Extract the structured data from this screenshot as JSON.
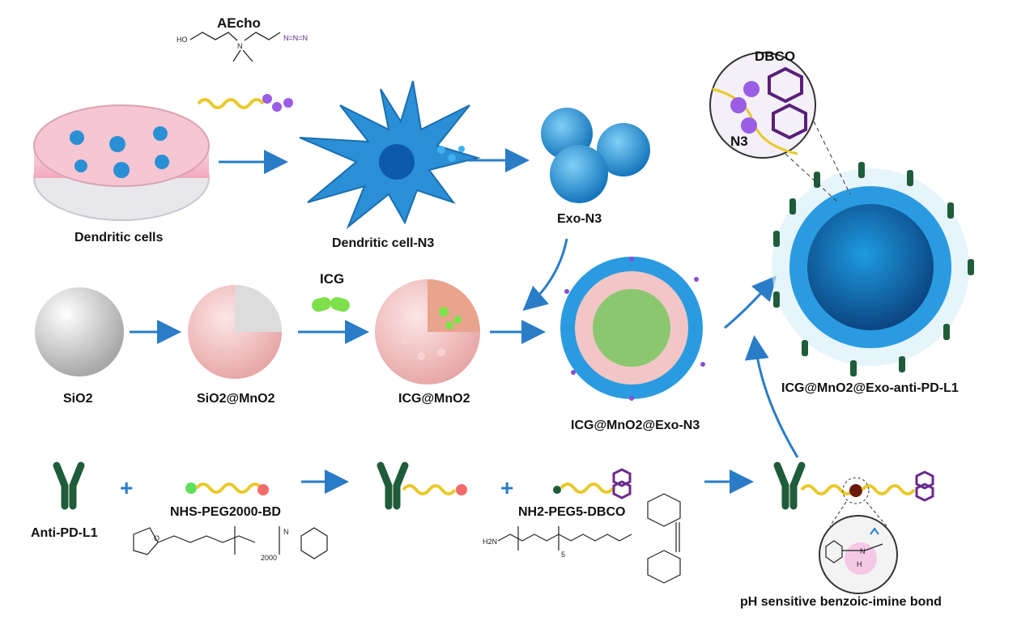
{
  "labels": {
    "aecho": "AEcho",
    "dbco": "DBCO",
    "n3_zoom": "N3",
    "dendritic_cells": "Dendritic cells",
    "dendritic_cell_n3": "Dendritic cell-N3",
    "exo_n3": "Exo-N3",
    "icg": "ICG",
    "sio2": "SiO2",
    "sio2_mno2": "SiO2@MnO2",
    "icg_mno2": "ICG@MnO2",
    "icg_mno2_exo_n3": "ICG@MnO2@Exo-N3",
    "final_product": "ICG@MnO2@Exo-anti-PD-L1",
    "anti_pd_l1": "Anti-PD-L1",
    "nhs_peg_bd": "NHS-PEG2000-BD",
    "nh2_peg_dbco": "NH2-PEG5-DBCO",
    "ph_bond": "pH sensitive benzoic-imine bond",
    "plus": "+"
  },
  "chem": {
    "ho": "HO",
    "n_plus": "N",
    "azide": "N=N=N",
    "peg_count": "2000",
    "peg5_count": "5",
    "h2n": "H2N",
    "o": "O",
    "n": "N",
    "h": "H"
  },
  "colors": {
    "arrow": "#2a7cc7",
    "cell_blue": "#2b8fd6",
    "antibody_green": "#1f5c3a",
    "peg_yellow": "#e9c92a",
    "dbco_purple": "#6b2a8c",
    "icg_green": "#7ee04a",
    "shell_pink": "#f2c6c6"
  }
}
